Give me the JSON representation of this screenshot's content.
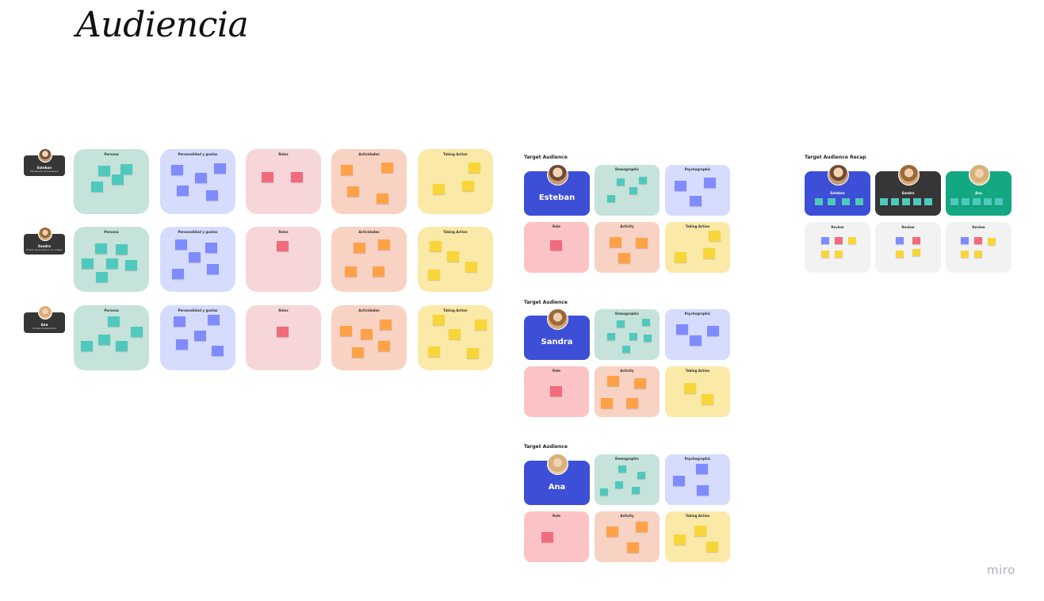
{
  "board": {
    "title": "Audiencia",
    "brand": "miro"
  },
  "personas": [
    {
      "name": "Esteban",
      "subtitle": "Estudiante Universitario"
    },
    {
      "name": "Sandra",
      "subtitle": "Dueño de quinta en su colegio"
    },
    {
      "name": "Ana",
      "subtitle": "Turista Universitaria"
    }
  ],
  "columns": [
    "Persona",
    "Personalidad y gustos",
    "Roles",
    "Actividades",
    "Taking Action"
  ],
  "target_sections": [
    {
      "label": "Target Audience",
      "name": "Esteban"
    },
    {
      "label": "Target Audience",
      "name": "Sandra"
    },
    {
      "label": "Target Audience",
      "name": "Ana"
    }
  ],
  "target_cards": [
    "Demographic",
    "Psychographic",
    "Role",
    "Activity",
    "Taking Action"
  ],
  "recap": {
    "label": "Target Audience Recap",
    "people": [
      "Esteban",
      "Sandra",
      "Ana"
    ],
    "review_label": "Review"
  },
  "colors": {
    "teal_card": "#c5e3da",
    "blue_card": "#d6dcfd",
    "pink_card": "#f6d6d8",
    "orange_card": "#f8d2c3",
    "yellow_card": "#fbe9a7",
    "hero_blue": "#3d4fd6",
    "recap_dark": "#363636",
    "recap_green": "#13a882"
  }
}
